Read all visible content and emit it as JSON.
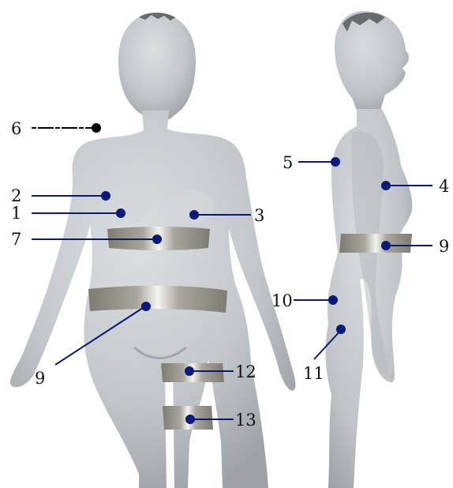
{
  "figure": {
    "labels": [
      {
        "id": "front-6",
        "text": "6"
      },
      {
        "id": "front-2",
        "text": "2"
      },
      {
        "id": "front-1",
        "text": "1"
      },
      {
        "id": "front-3",
        "text": "3"
      },
      {
        "id": "front-7",
        "text": "7"
      },
      {
        "id": "front-9",
        "text": "9"
      },
      {
        "id": "front-12",
        "text": "12"
      },
      {
        "id": "front-13",
        "text": "13"
      },
      {
        "id": "side-5",
        "text": "5"
      },
      {
        "id": "side-4",
        "text": "4"
      },
      {
        "id": "side-9",
        "text": "9"
      },
      {
        "id": "side-10",
        "text": "10"
      },
      {
        "id": "side-11",
        "text": "11"
      }
    ],
    "colors": {
      "body": "#c5c8cc",
      "body_shadow": "#9fa3a8",
      "band": "#8a877f",
      "band_highlight": "#f2f2ee",
      "marker": "#0a1a7a",
      "marker_6": "#000000",
      "line": "#0a1a7a"
    }
  }
}
